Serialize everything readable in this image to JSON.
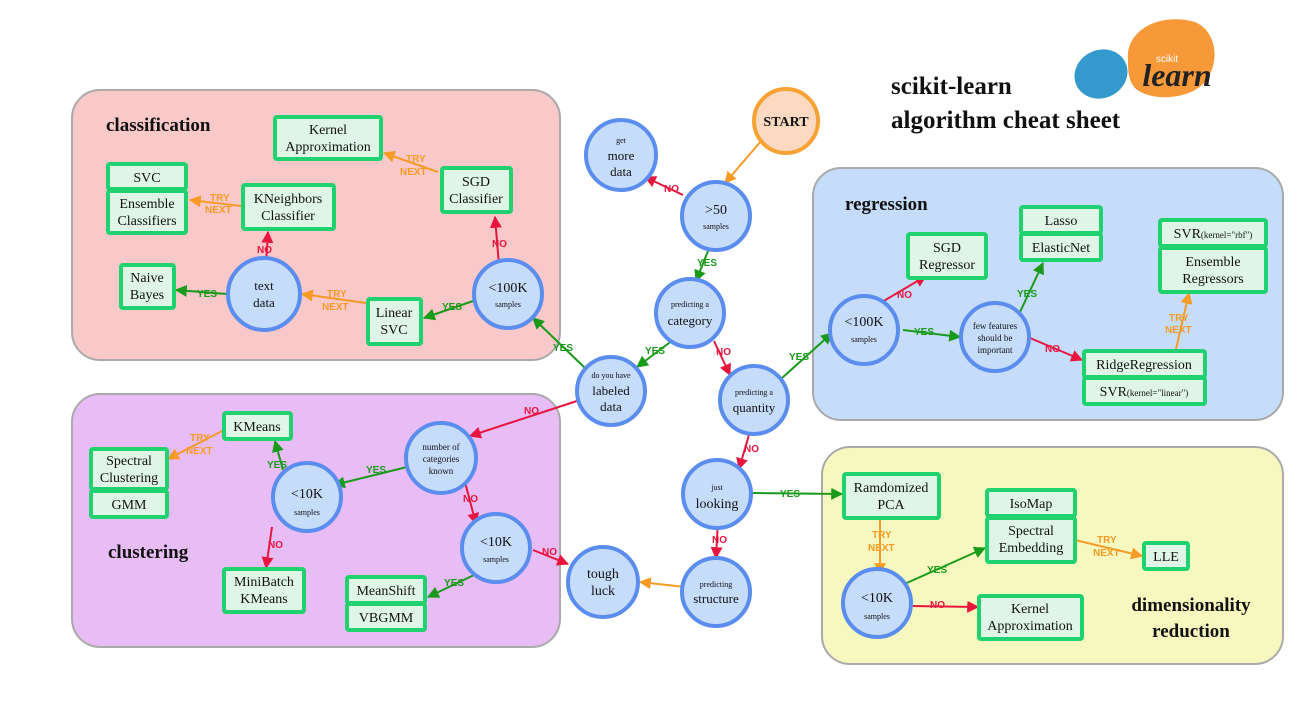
{
  "title": {
    "line1": "scikit-learn",
    "line2": "algorithm cheat sheet"
  },
  "logo": {
    "small": "scikit",
    "big": "learn"
  },
  "regions": {
    "classification": "classification",
    "regression": "regression",
    "clustering": "clustering",
    "dimred_1": "dimensionality",
    "dimred_2": "reduction"
  },
  "nodes": {
    "start": "START",
    "more_data": {
      "small": "get",
      "l1": "more",
      "l2": "data"
    },
    "gt50": {
      "big": ">50",
      "small": "samples"
    },
    "predicting_category": {
      "small": "predicting a",
      "big": "category"
    },
    "labeled_data": {
      "small": "do you have",
      "l1": "labeled",
      "l2": "data"
    },
    "predicting_quantity": {
      "small": "predicting a",
      "big": "quantity"
    },
    "just_looking": {
      "small": "just",
      "big": "looking"
    },
    "predicting_structure": {
      "small": "predicting",
      "big": "structure"
    },
    "tough_luck": {
      "l1": "tough",
      "l2": "luck"
    },
    "class_lt100k": {
      "big": "<100K",
      "small": "samples"
    },
    "text_data": {
      "l1": "text",
      "l2": "data"
    },
    "reg_lt100k": {
      "big": "<100K",
      "small": "samples"
    },
    "few_features": {
      "l1": "few features",
      "l2": "should be",
      "l3": "important"
    },
    "num_categories": {
      "l1": "number of",
      "l2": "categories",
      "l3": "known"
    },
    "clus_lt10k_a": {
      "big": "<10K",
      "small": "samples"
    },
    "clus_lt10k_b": {
      "big": "<10K",
      "small": "samples"
    },
    "dim_lt10k": {
      "big": "<10K",
      "small": "samples"
    }
  },
  "estimators": {
    "kernel_approx_1": [
      "Kernel",
      "Approximation"
    ],
    "svc": [
      "SVC"
    ],
    "ensemble_classifiers": [
      "Ensemble",
      "Classifiers"
    ],
    "kneighbors": [
      "KNeighbors",
      "Classifier"
    ],
    "sgd_classifier": [
      "SGD",
      "Classifier"
    ],
    "naive_bayes": [
      "Naive",
      "Bayes"
    ],
    "linear_svc": [
      "Linear",
      "SVC"
    ],
    "sgd_regressor": [
      "SGD",
      "Regressor"
    ],
    "lasso": [
      "Lasso"
    ],
    "elasticnet": [
      "ElasticNet"
    ],
    "svr_rbf": {
      "main": "SVR",
      "small": "(kernel=\"rbf\")"
    },
    "ensemble_regressors": [
      "Ensemble",
      "Regressors"
    ],
    "ridge": [
      "RidgeRegression"
    ],
    "svr_linear": {
      "main": "SVR",
      "small": "(kernel=\"linear\")"
    },
    "kmeans": [
      "KMeans"
    ],
    "spectral_clustering": [
      "Spectral",
      "Clustering"
    ],
    "gmm": [
      "GMM"
    ],
    "minibatch": [
      "MiniBatch",
      "KMeans"
    ],
    "meanshift": [
      "MeanShift"
    ],
    "vbgmm": [
      "VBGMM"
    ],
    "randomized_pca": [
      "Ramdomized",
      "PCA"
    ],
    "isomap": [
      "IsoMap"
    ],
    "spectral_embedding": [
      "Spectral",
      "Embedding"
    ],
    "lle": [
      "LLE"
    ],
    "kernel_approx_2": [
      "Kernel",
      "Approximation"
    ]
  },
  "edge_labels": {
    "yes": "YES",
    "no": "NO",
    "try": "TRY",
    "next": "NEXT"
  },
  "colors": {
    "classification_bg": "#f9c8c8",
    "regression_bg": "#c6dcfb",
    "clustering_bg": "#e8bdf6",
    "dimred_bg": "#f6f8bf",
    "region_border": "#aaaaaa",
    "node_fill": "#c6dcfb",
    "node_stroke": "#5b8def",
    "estimator_fill": "#dff5e6",
    "estimator_stroke": "#1fd16f",
    "start_fill": "#fcd9c0",
    "start_stroke": "#f6a235",
    "yes": "#1a9a1a",
    "no": "#e8163f",
    "try": "#f59b26",
    "logo_orange": "#f89939",
    "logo_blue": "#3499cd"
  }
}
